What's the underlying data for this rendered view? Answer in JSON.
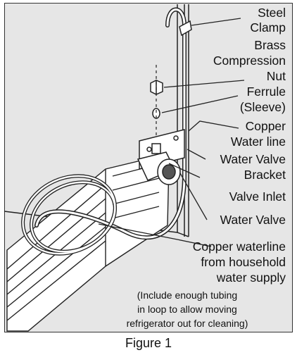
{
  "callouts": {
    "steel_clamp": [
      "Steel",
      "Clamp"
    ],
    "brass_nut": [
      "Brass",
      "Compression",
      "Nut"
    ],
    "ferrule": [
      "Ferrule",
      "(Sleeve)"
    ],
    "copper_line": [
      "Copper",
      "Water line"
    ],
    "valve_bracket": [
      "Water Valve",
      "Bracket"
    ],
    "valve_inlet": [
      "Valve Inlet"
    ],
    "water_valve": [
      "Water Valve"
    ],
    "supply_line": [
      "Copper waterline",
      "from household",
      "water supply"
    ]
  },
  "note": [
    "(Include enough tubing",
    "in loop to allow moving",
    "refrigerator out for cleaning)"
  ],
  "caption": "Figure 1"
}
